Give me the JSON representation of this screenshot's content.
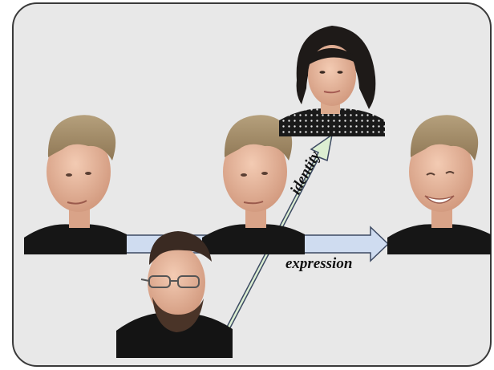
{
  "labels": {
    "expression": "expression",
    "identity": "identity"
  },
  "portraits": [
    {
      "role": "source",
      "subject": "young man, blond spiked hair, black t-shirt, neutral expression, head turned left"
    },
    {
      "role": "intermediate",
      "subject": "same blond man, neutral expression, head turned left"
    },
    {
      "role": "result",
      "subject": "same blond man smiling, head turned left"
    },
    {
      "role": "identity-reference",
      "subject": "young woman, dark bob haircut, polka-dot top"
    },
    {
      "role": "expression-reference",
      "subject": "bearded man with glasses, dark hoodie"
    }
  ],
  "colors": {
    "background": "#e8e8e8",
    "border": "#3a3a3a",
    "expression_arrow_fill": "#cfdcf0",
    "identity_arrow_fill": "#dcefd2",
    "arrow_stroke": "#3d4a63"
  }
}
